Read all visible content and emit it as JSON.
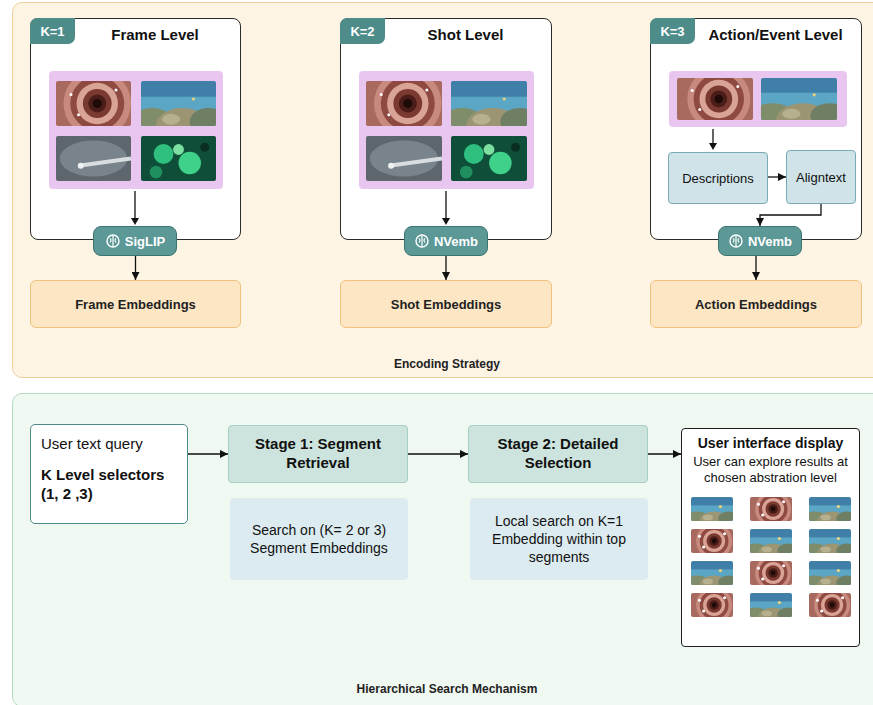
{
  "diagram": {
    "nodes": [
      {
        "text": [
          "Encoding Strategy"
        ]
      },
      {
        "text": [
          "Frame Level"
        ],
        "in": 0
      },
      {
        "text": [
          "K=1"
        ],
        "in": 1
      },
      {
        "text": [
          "SigLIP"
        ],
        "in": 0
      },
      {
        "text": [
          "Frame Embeddings"
        ],
        "in": 0
      },
      {
        "text": [
          "Shot Level"
        ],
        "in": 0
      },
      {
        "text": [
          "K=2"
        ],
        "in": 5
      },
      {
        "text": [
          "NVemb"
        ],
        "in": 0
      },
      {
        "text": [
          "Shot Embeddings"
        ],
        "in": 0
      },
      {
        "text": [
          "Action/Event Level"
        ],
        "in": 0
      },
      {
        "text": [
          "K=3"
        ],
        "in": 9
      },
      {
        "text": [
          "Descriptions"
        ],
        "in": 9
      },
      {
        "text": [
          "Aligntext"
        ],
        "in": 9
      },
      {
        "text": [
          "NVemb"
        ],
        "in": 0
      },
      {
        "text": [
          "Action Embeddings"
        ],
        "in": 0
      },
      {
        "text": [
          "Hierarchical Search Mechanism"
        ]
      },
      {
        "text": [
          "User text query",
          "K Level selectors (1, 2 ,3)"
        ],
        "in": 15
      },
      {
        "text": [
          "Stage 1: Segment Retrieval"
        ],
        "in": 15
      },
      {
        "text": [
          "Search on (K= 2 or 3) Segment Embeddings"
        ],
        "in": 15
      },
      {
        "text": [
          "Stage 2: Detailed Selection"
        ],
        "in": 15
      },
      {
        "text": [
          "Local search on K=1 Embedding within top segments"
        ],
        "in": 15
      },
      {
        "text": [
          "User interface display",
          "User can explore results at chosen abstration level"
        ],
        "in": 15
      }
    ],
    "edges": [
      {
        "from": 3,
        "to": 4,
        "arrow": "to"
      },
      {
        "from": 7,
        "to": 8,
        "arrow": "to"
      },
      {
        "from": 11,
        "to": 12,
        "arrow": "to"
      },
      {
        "from": 12,
        "to": 13,
        "arrow": "to"
      },
      {
        "from": 13,
        "to": 14,
        "arrow": "to"
      },
      {
        "from": 16,
        "to": 17,
        "arrow": "to"
      },
      {
        "from": 17,
        "to": 19,
        "arrow": "to"
      },
      {
        "from": 19,
        "to": 21,
        "arrow": "to"
      }
    ]
  }
}
